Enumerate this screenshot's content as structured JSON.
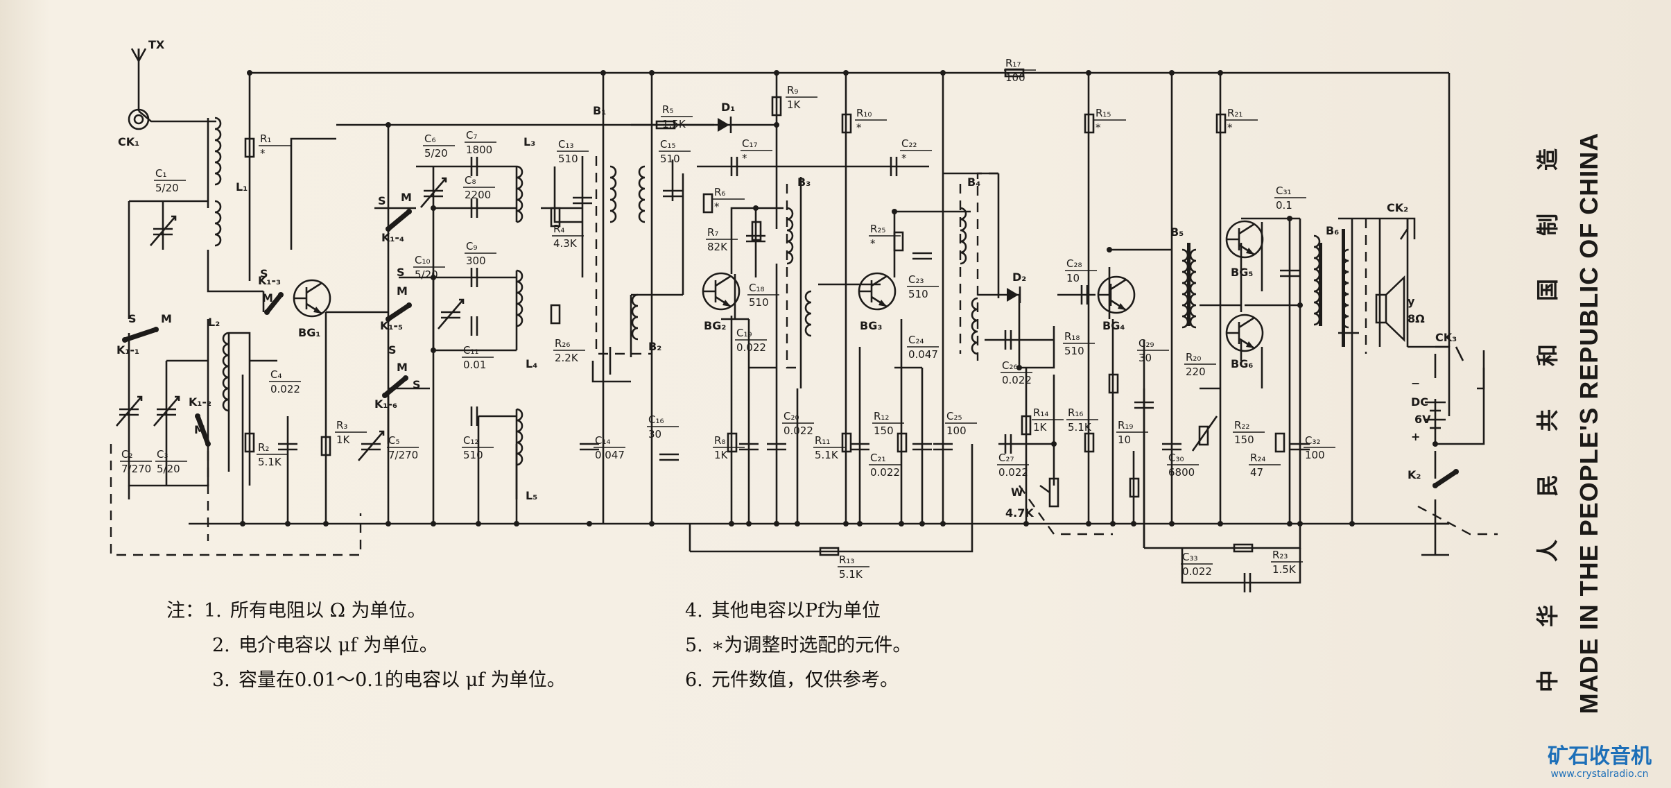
{
  "colors": {
    "paper": "#f3ecdf",
    "ink": "#1d1b19",
    "watermark": "#1d6fb8"
  },
  "diagram": {
    "labels": {
      "tx": "TX",
      "ck1": "CK₁",
      "ck2": "CK₂",
      "ck3": "CK₃",
      "k2": "K₂",
      "dc": "DC",
      "dc_v": "6V",
      "plus": "+",
      "minus": "−",
      "L1": "L₁",
      "L2": "L₂",
      "L3": "L₃",
      "L4": "L₄",
      "L5": "L₅",
      "B1": "B₁",
      "B2": "B₂",
      "B3": "B₃",
      "B4": "B₄",
      "B5": "B₅",
      "B6": "B₆",
      "BG1": "BG₁",
      "BG2": "BG₂",
      "BG3": "BG₃",
      "BG4": "BG₄",
      "BG5": "BG₅",
      "BG6": "BG₆",
      "D1": "D₁",
      "D2": "D₂",
      "K1_1": "K₁-₁",
      "K1_2": "K₁-₂",
      "K1_3": "K₁-₃",
      "K1_4": "K₁-₄",
      "K1_5": "K₁-₅",
      "K1_6": "K₁-₆",
      "S": "S",
      "M": "M",
      "W": "W",
      "W_val": "4.7K",
      "spk_y": "y",
      "spk_ohm": "8Ω"
    },
    "components": [
      {
        "id": "R1",
        "name": "R₁",
        "value": "*"
      },
      {
        "id": "R2",
        "name": "R₂",
        "value": "5.1K"
      },
      {
        "id": "R3",
        "name": "R₃",
        "value": "1K"
      },
      {
        "id": "R4",
        "name": "R₄",
        "value": "4.3K"
      },
      {
        "id": "R5",
        "name": "R₅",
        "value": "1.5K"
      },
      {
        "id": "R6",
        "name": "R₆",
        "value": "*"
      },
      {
        "id": "R7",
        "name": "R₇",
        "value": "82K"
      },
      {
        "id": "R8",
        "name": "R₈",
        "value": "1K"
      },
      {
        "id": "R9",
        "name": "R₉",
        "value": "1K"
      },
      {
        "id": "R10",
        "name": "R₁₀",
        "value": "*"
      },
      {
        "id": "R11",
        "name": "R₁₁",
        "value": "5.1K"
      },
      {
        "id": "R12",
        "name": "R₁₂",
        "value": "150"
      },
      {
        "id": "R13",
        "name": "R₁₃",
        "value": "5.1K"
      },
      {
        "id": "R14",
        "name": "R₁₄",
        "value": "1K"
      },
      {
        "id": "R15",
        "name": "R₁₅",
        "value": "*"
      },
      {
        "id": "R16",
        "name": "R₁₆",
        "value": "5.1K"
      },
      {
        "id": "R17",
        "name": "R₁₇",
        "value": "100"
      },
      {
        "id": "R18",
        "name": "R₁₈",
        "value": "510"
      },
      {
        "id": "R19",
        "name": "R₁₉",
        "value": "10"
      },
      {
        "id": "R20",
        "name": "R₂₀",
        "value": "220"
      },
      {
        "id": "R21",
        "name": "R₂₁",
        "value": "*"
      },
      {
        "id": "R22",
        "name": "R₂₂",
        "value": "150"
      },
      {
        "id": "R23",
        "name": "R₂₃",
        "value": "1.5K"
      },
      {
        "id": "R24",
        "name": "R₂₄",
        "value": "47"
      },
      {
        "id": "R25",
        "name": "R₂₅",
        "value": "*"
      },
      {
        "id": "R26",
        "name": "R₂₆",
        "value": "2.2K"
      },
      {
        "id": "C1",
        "name": "C₁",
        "value": "5/20"
      },
      {
        "id": "C2",
        "name": "C₂",
        "value": "7/270"
      },
      {
        "id": "C3",
        "name": "C₃",
        "value": "5/20"
      },
      {
        "id": "C4",
        "name": "C₄",
        "value": "0.022"
      },
      {
        "id": "C5",
        "name": "C₅",
        "value": "7/270"
      },
      {
        "id": "C6",
        "name": "C₆",
        "value": "5/20"
      },
      {
        "id": "C7",
        "name": "C₇",
        "value": "1800"
      },
      {
        "id": "C8",
        "name": "C₈",
        "value": "2200"
      },
      {
        "id": "C9",
        "name": "C₉",
        "value": "300"
      },
      {
        "id": "C10",
        "name": "C₁₀",
        "value": "5/20"
      },
      {
        "id": "C11",
        "name": "C₁₁",
        "value": "0.01"
      },
      {
        "id": "C12",
        "name": "C₁₂",
        "value": "510"
      },
      {
        "id": "C13",
        "name": "C₁₃",
        "value": "510"
      },
      {
        "id": "C14",
        "name": "C₁₄",
        "value": "0.047"
      },
      {
        "id": "C15",
        "name": "C₁₅",
        "value": "510"
      },
      {
        "id": "C16",
        "name": "C₁₆",
        "value": "30"
      },
      {
        "id": "C17",
        "name": "C₁₇",
        "value": "*"
      },
      {
        "id": "C18",
        "name": "C₁₈",
        "value": "510"
      },
      {
        "id": "C19",
        "name": "C₁₉",
        "value": "0.022"
      },
      {
        "id": "C20",
        "name": "C₂₀",
        "value": "0.022"
      },
      {
        "id": "C21",
        "name": "C₂₁",
        "value": "0.022"
      },
      {
        "id": "C22",
        "name": "C₂₂",
        "value": "*"
      },
      {
        "id": "C23",
        "name": "C₂₃",
        "value": "510"
      },
      {
        "id": "C24",
        "name": "C₂₄",
        "value": "0.047"
      },
      {
        "id": "C25",
        "name": "C₂₅",
        "value": "100"
      },
      {
        "id": "C26",
        "name": "C₂₆",
        "value": "0.022"
      },
      {
        "id": "C27",
        "name": "C₂₇",
        "value": "0.022"
      },
      {
        "id": "C28",
        "name": "C₂₈",
        "value": "10"
      },
      {
        "id": "C29",
        "name": "C₂₉",
        "value": "30"
      },
      {
        "id": "C30",
        "name": "C₃₀",
        "value": "6800"
      },
      {
        "id": "C31",
        "name": "C₃₁",
        "value": "0.1"
      },
      {
        "id": "C32",
        "name": "C₃₂",
        "value": "100"
      },
      {
        "id": "C33",
        "name": "C₃₃",
        "value": "0.022"
      }
    ]
  },
  "notes": {
    "prefix": "注：",
    "items": [
      {
        "num": "1.",
        "text": "所有电阻以 Ω 为单位。"
      },
      {
        "num": "2.",
        "text": "电介电容以 μf 为单位。"
      },
      {
        "num": "3.",
        "text": "容量在0.01～0.1的电容以 μf 为单位。"
      },
      {
        "num": "4.",
        "text": "其他电容以Pf为单位"
      },
      {
        "num": "5.",
        "text": "∗为调整时选配的元件。"
      },
      {
        "num": "6.",
        "text": "元件数值，仅供参考。"
      }
    ]
  },
  "caption": {
    "chinese": "中华人民共和国制造",
    "english": "MADE IN THE PEOPLE'S REPUBLIC OF CHINA"
  },
  "watermark": {
    "logo": "矿石收音机",
    "url": "www.crystalradio.cn"
  }
}
